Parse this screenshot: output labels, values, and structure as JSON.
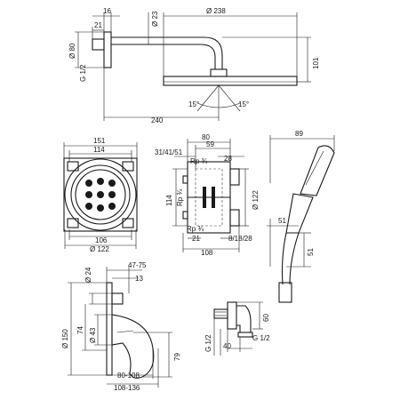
{
  "dimensions": {
    "arm": {
      "d16": "16",
      "d21": "21",
      "d80": "Ø 80",
      "g12": "G 1/2",
      "d23": "Ø 23",
      "d238": "Ø 238",
      "d101": "101",
      "a15l": "15°",
      "a15r": "15°",
      "d240": "240"
    },
    "box": {
      "d151": "151",
      "d114": "114",
      "d106": "106",
      "d122": "Ø 122"
    },
    "side": {
      "d80": "80",
      "d59": "59",
      "d314151": "31/41/51",
      "rp34a": "Rp ¾",
      "d28": "28",
      "d114": "114",
      "rp34b": "Rp ¾",
      "d122": "Ø 122",
      "rp34c": "Rp ¾",
      "d21": "21",
      "d81828": "8/18/28",
      "d108": "108"
    },
    "hand": {
      "d89": "89",
      "d51a": "51",
      "d51b": "51"
    },
    "mixer": {
      "d4775": "47-75",
      "d24": "Ø 24",
      "d13": "13",
      "d150": "Ø 150",
      "d74": "74",
      "d43": "Ø 43",
      "d79": "79",
      "d80108": "80-108",
      "d108136": "108-136"
    },
    "elbow": {
      "d60": "60",
      "g12a": "G 1/2",
      "g12b": "G 1/2",
      "d40": "40"
    }
  }
}
